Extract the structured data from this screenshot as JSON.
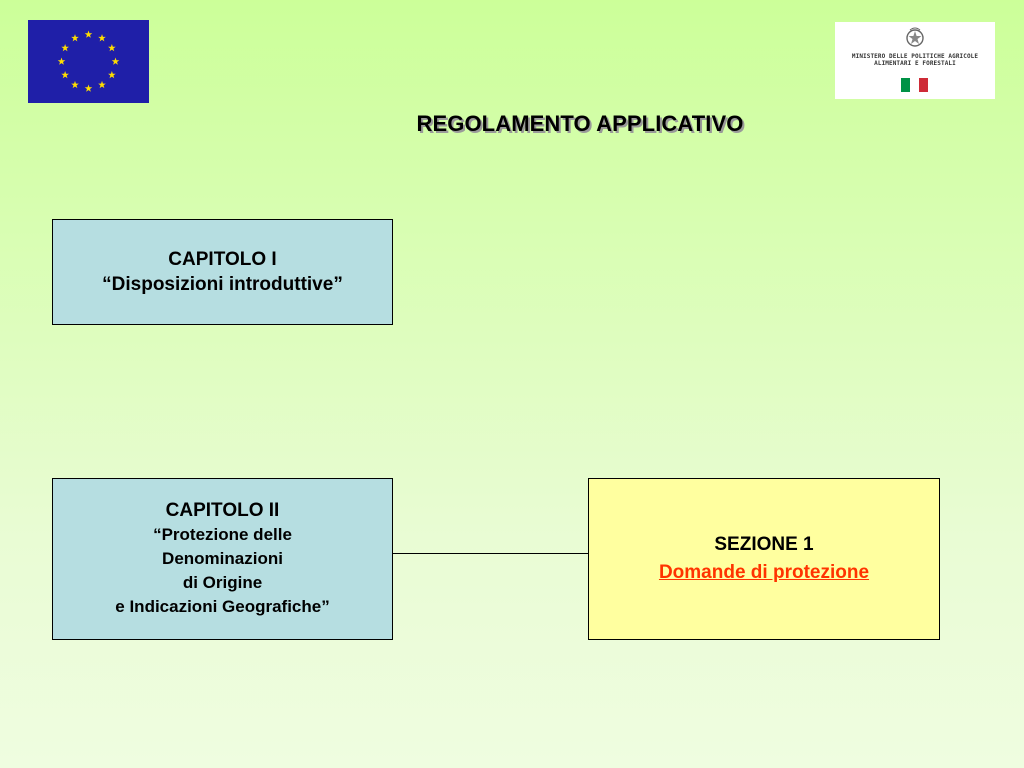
{
  "logos": {
    "eu_flag": {
      "icon": "eu-flag-icon",
      "colors": {
        "field": "#1f1fa8",
        "stars": "#ffdd00"
      },
      "star_count": 12
    },
    "ministry": {
      "icon": "italian-republic-emblem-icon",
      "lines": [
        "MINISTERO DELLE POLITICHE AGRICOLE",
        "ALIMENTARI E FORESTALI"
      ],
      "flag_colors": [
        "#009246",
        "#ffffff",
        "#ce2b37"
      ]
    }
  },
  "title": "REGOLAMENTO APPLICATIVO",
  "boxes": {
    "capitolo1": {
      "heading": "CAPITOLO I",
      "subtitle": "“Disposizioni introduttive”",
      "background": "#b6dee1"
    },
    "capitolo2": {
      "heading": "CAPITOLO II",
      "lines": [
        "“Protezione delle",
        "Denominazioni",
        "di Origine",
        "e Indicazioni Geografiche”"
      ],
      "background": "#b6dee1"
    },
    "sezione1": {
      "heading": "SEZIONE 1",
      "link": "Domande di protezione",
      "background": "#ffff9f",
      "link_color": "#ff3300"
    }
  },
  "colors": {
    "background_top": "#ccff99",
    "background_bottom": "#effde0"
  }
}
